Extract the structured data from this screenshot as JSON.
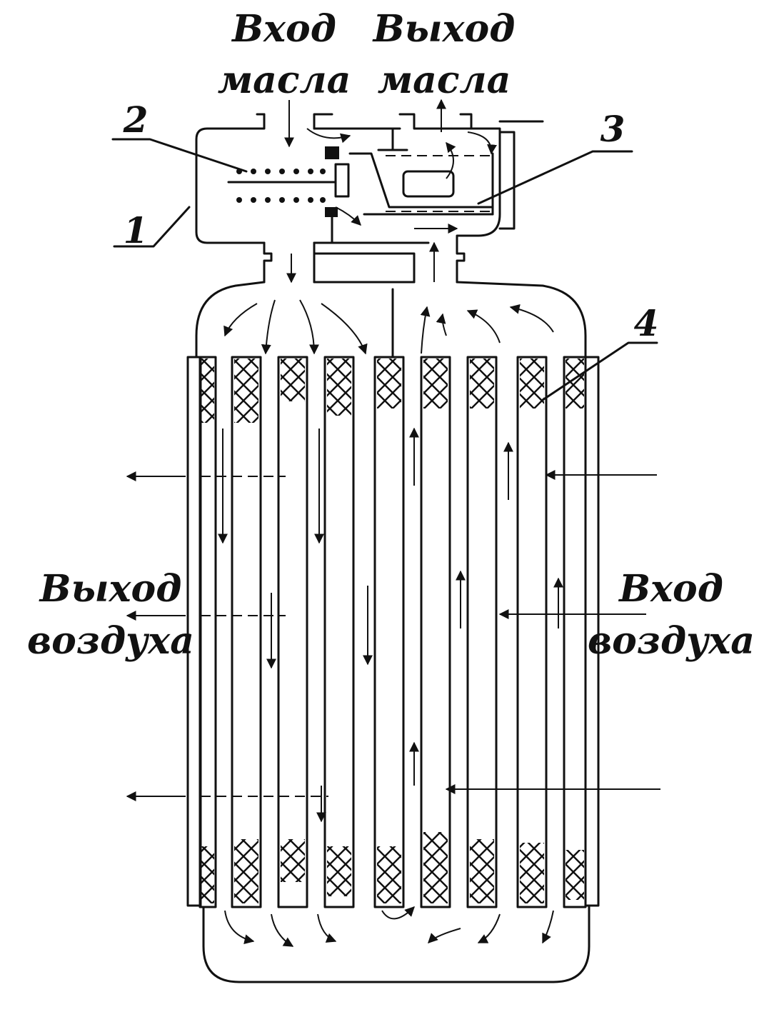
{
  "labels": {
    "oil_in": [
      "Вход",
      "масла"
    ],
    "oil_out": [
      "Выход",
      "масла"
    ],
    "air_out": [
      "Выход",
      "воздуха"
    ],
    "air_in": [
      "Вход",
      "воздуха"
    ]
  },
  "callouts": [
    "1",
    "2",
    "3",
    "4"
  ],
  "colors": {
    "ink": "#111111",
    "background": "#ffffff"
  }
}
